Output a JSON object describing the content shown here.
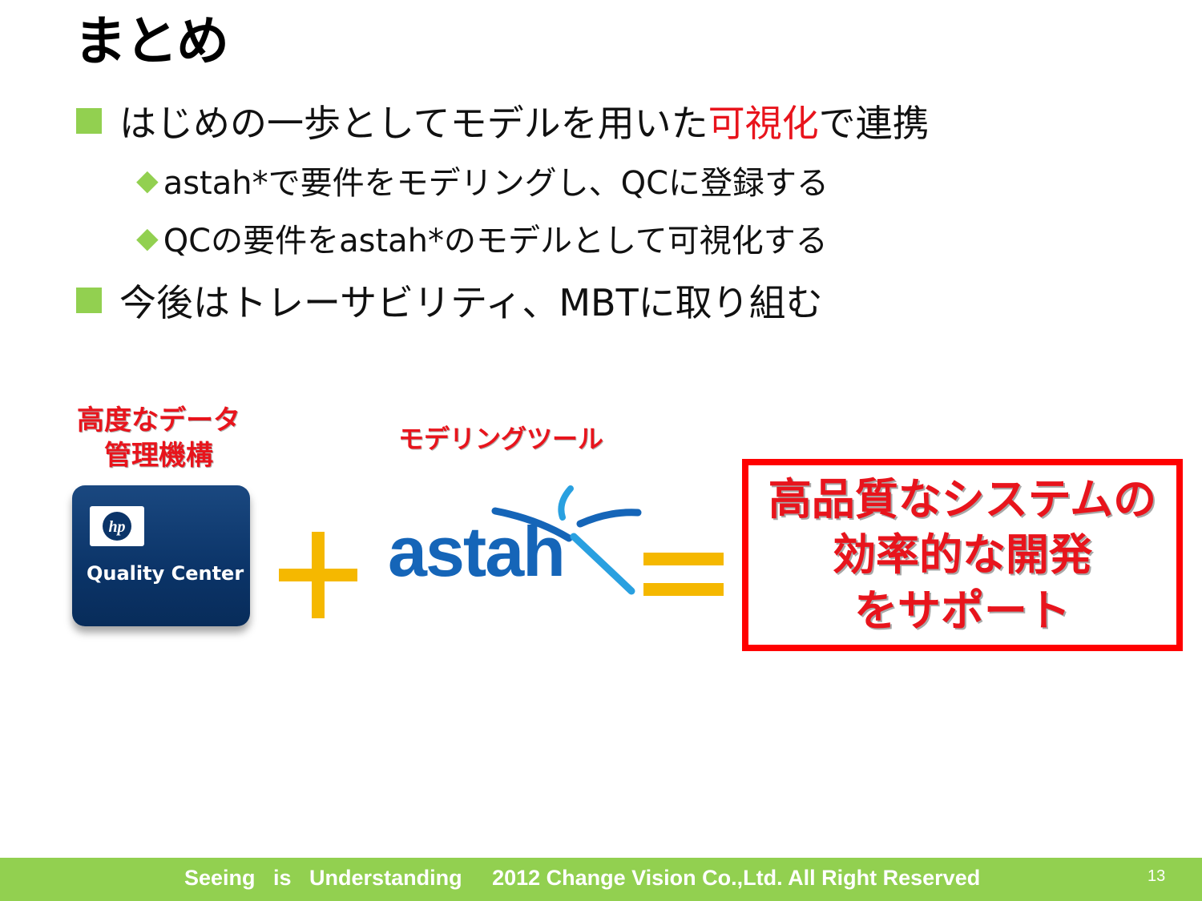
{
  "slide": {
    "title": "まとめ",
    "bullets": [
      {
        "prefix": "はじめの一歩としてモデルを用いた",
        "highlight": "可視化",
        "suffix": "で連携"
      },
      {
        "text": "今後はトレーサビリティ、MBTに取り組む"
      }
    ],
    "sub_bullets": [
      "astah*で要件をモデリングし、QCに登録する",
      "QCの要件をastah*のモデルとして可視化する"
    ],
    "bullet_marker": "◆"
  },
  "diagram": {
    "qc_label_line1": "高度なデータ",
    "qc_label_line2": "管理機構",
    "qc_logo_badge": "hp",
    "qc_logo_text": "Quality Center",
    "astah_label": "モデリングツール",
    "astah_logo_text": "astah",
    "result_lines": [
      "高品質なシステムの",
      "効率的な開発",
      "をサポート"
    ]
  },
  "footer": {
    "text": "Seeing   is   Understanding     2012 Change Vision Co.,Ltd. All Right Reserved",
    "page_number": "13"
  },
  "colors": {
    "accent_green": "#92d050",
    "highlight_red": "#e8141c",
    "plus_equals_yellow": "#f5b800",
    "astah_blue": "#1565b8",
    "qc_navy": "#0b3468"
  },
  "icons": {
    "bullet": "green-square-icon",
    "sub_bullet": "green-diamond-icon",
    "plus": "plus-icon",
    "equals": "equals-icon"
  }
}
